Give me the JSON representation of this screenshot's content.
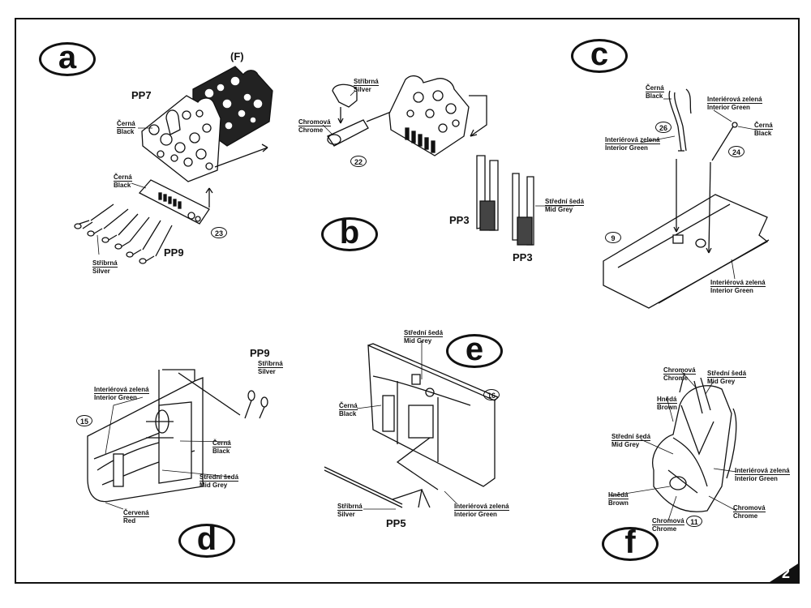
{
  "steps": [
    "a",
    "b",
    "c",
    "d",
    "e",
    "f"
  ],
  "codes": {
    "pp7": "PP7",
    "f": "(F)",
    "pp9_a": "PP9",
    "pp3_left": "PP3",
    "pp3_right": "PP3",
    "pp9_d": "PP9",
    "pp5": "PP5"
  },
  "parts": {
    "p23": "23",
    "p22": "22",
    "p26": "26",
    "p24": "24",
    "p9": "9",
    "p15": "15",
    "p16": "16",
    "p11": "11"
  },
  "labels": {
    "a_black": {
      "cz": "Černá",
      "en": "Black"
    },
    "a_black2": {
      "cz": "Černá",
      "en": "Black"
    },
    "a_silver": {
      "cz": "Stříbrná",
      "en": "Silver"
    },
    "b_silver": {
      "cz": "Stříbrná",
      "en": "Silver"
    },
    "b_chrome": {
      "cz": "Chromová",
      "en": "Chrome"
    },
    "b_midgrey": {
      "cz": "Střední šedá",
      "en": "Mid Grey"
    },
    "c_black": {
      "cz": "Černá",
      "en": "Black"
    },
    "c_intgreen1": {
      "cz": "Interiérová zelená",
      "en": "Interior Green"
    },
    "c_intgreen2": {
      "cz": "Interiérová zelená",
      "en": "Interior Green"
    },
    "c_black2": {
      "cz": "Černá",
      "en": "Black"
    },
    "c_intgreen3": {
      "cz": "Interiérová zelená",
      "en": "Interior Green"
    },
    "d_intgreen": {
      "cz": "Interiérová zelená",
      "en": "Interior Green"
    },
    "d_silver": {
      "cz": "Stříbrná",
      "en": "Silver"
    },
    "d_black": {
      "cz": "Černá",
      "en": "Black"
    },
    "d_midgrey": {
      "cz": "Střední šedá",
      "en": "Mid Grey"
    },
    "d_red": {
      "cz": "Červená",
      "en": "Red"
    },
    "e_midgrey": {
      "cz": "Střední šedá",
      "en": "Mid Grey"
    },
    "e_black": {
      "cz": "Černá",
      "en": "Black"
    },
    "e_silver": {
      "cz": "Stříbrná",
      "en": "Silver"
    },
    "e_intgreen": {
      "cz": "Interiérová zelená",
      "en": "Interior Green"
    },
    "f_chrome1": {
      "cz": "Chromová",
      "en": "Chrome"
    },
    "f_midgrey1": {
      "cz": "Střední šedá",
      "en": "Mid Grey"
    },
    "f_brown1": {
      "cz": "Hnědá",
      "en": "Brown"
    },
    "f_midgrey2": {
      "cz": "Střední šedá",
      "en": "Mid Grey"
    },
    "f_intgreen": {
      "cz": "Interiérová zelená",
      "en": "Interior Green"
    },
    "f_brown2": {
      "cz": "Hnědá",
      "en": "Brown"
    },
    "f_chrome2": {
      "cz": "Chromová",
      "en": "Chrome"
    },
    "f_chrome3": {
      "cz": "Chromová",
      "en": "Chrome"
    }
  },
  "page_number": "2"
}
